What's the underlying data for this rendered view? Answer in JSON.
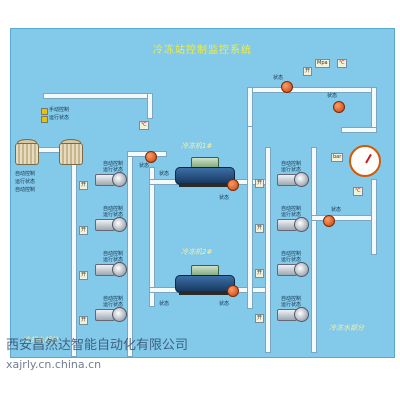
{
  "title": "冷冻站控制监控系统",
  "labels": {
    "chiller1": "冷冻机1#",
    "chiller2": "冷冻机2#",
    "cooling_water": "冷却水部分",
    "chilled_water": "冷冻水部分",
    "manual": "手动控制",
    "auto": "自动控制",
    "running": "运行状态",
    "status": "状态",
    "open": "开",
    "bar": "bar",
    "mpa": "Mpa",
    "temp": "℃"
  },
  "watermark": {
    "company": "西安昌然达智能自动化有限公司",
    "url": "xajrly.cn.china.cn"
  },
  "colors": {
    "panel_bg": "#83c9e9",
    "title": "#f3ee3a",
    "pipe": "#f4f9fc",
    "valve": "#c4410e",
    "chiller": "#16365e"
  }
}
